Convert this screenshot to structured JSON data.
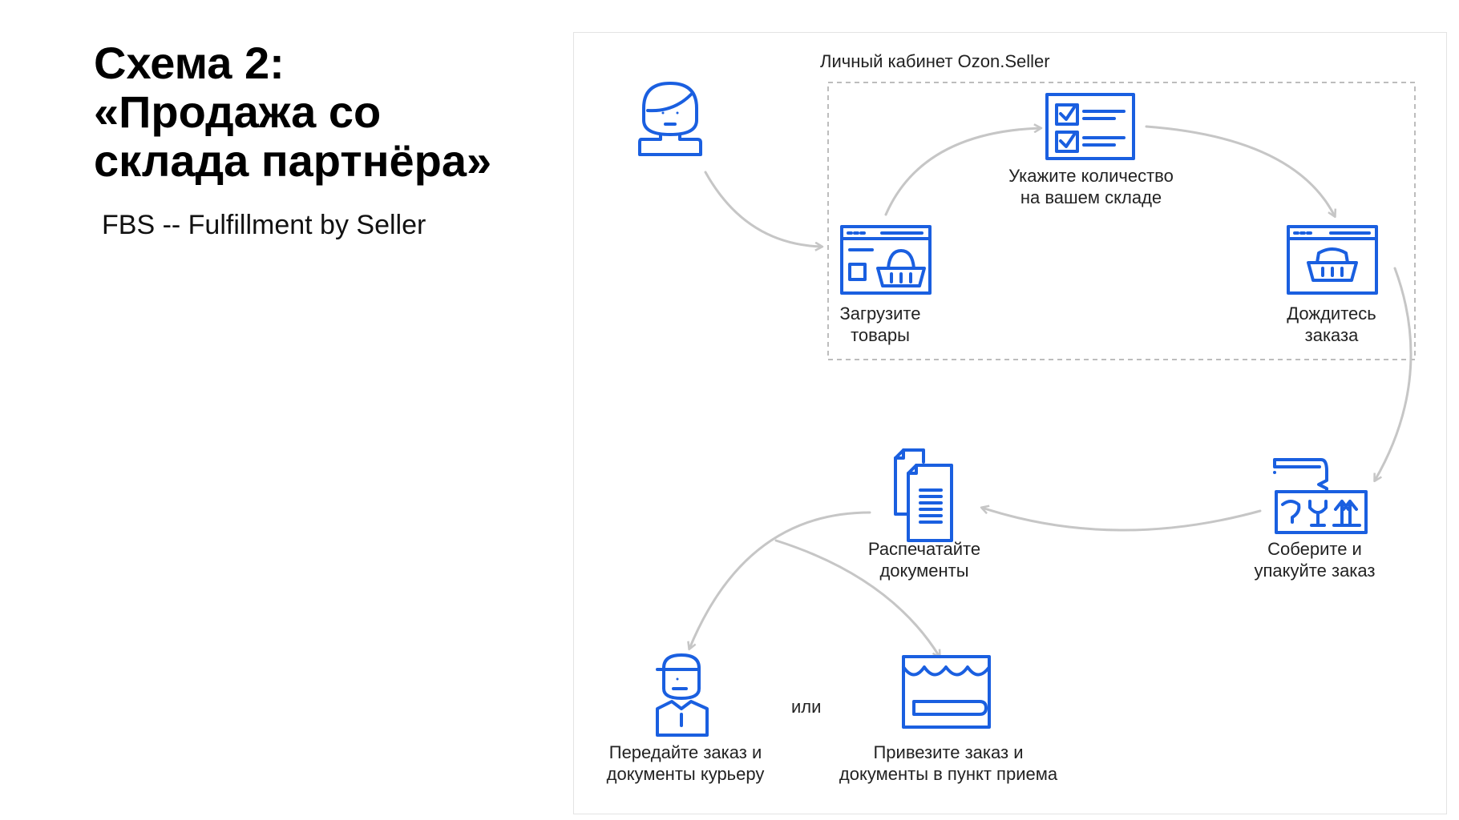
{
  "title_lines": [
    "Схема 2:",
    "«Продажа со",
    "склада партнёра»"
  ],
  "subtitle": "FBS -- Fulfillment by Seller",
  "cabinet_label": "Личный кабинет Ozon.Seller",
  "steps": {
    "upload": [
      "Загрузите",
      "товары"
    ],
    "quantity": [
      "Укажите количество",
      "на вашем складе"
    ],
    "wait": [
      "Дождитесь",
      "заказа"
    ],
    "pack": [
      "Соберите и",
      "упакуйте заказ"
    ],
    "print": [
      "Распечатайте",
      "документы"
    ],
    "courier": [
      "Передайте заказ и",
      "документы курьеру"
    ],
    "pickup": [
      "Привезите заказ и",
      "документы в пункт приема"
    ]
  },
  "or_label": "или",
  "colors": {
    "icon": "#1a5fe0",
    "arrow": "#c6c6c6",
    "box_border": "#bdbdbd"
  },
  "icons": [
    "user-icon",
    "catalog-basket-icon",
    "checklist-icon",
    "order-basket-icon",
    "package-icon",
    "documents-icon",
    "courier-icon",
    "pickup-point-icon"
  ]
}
